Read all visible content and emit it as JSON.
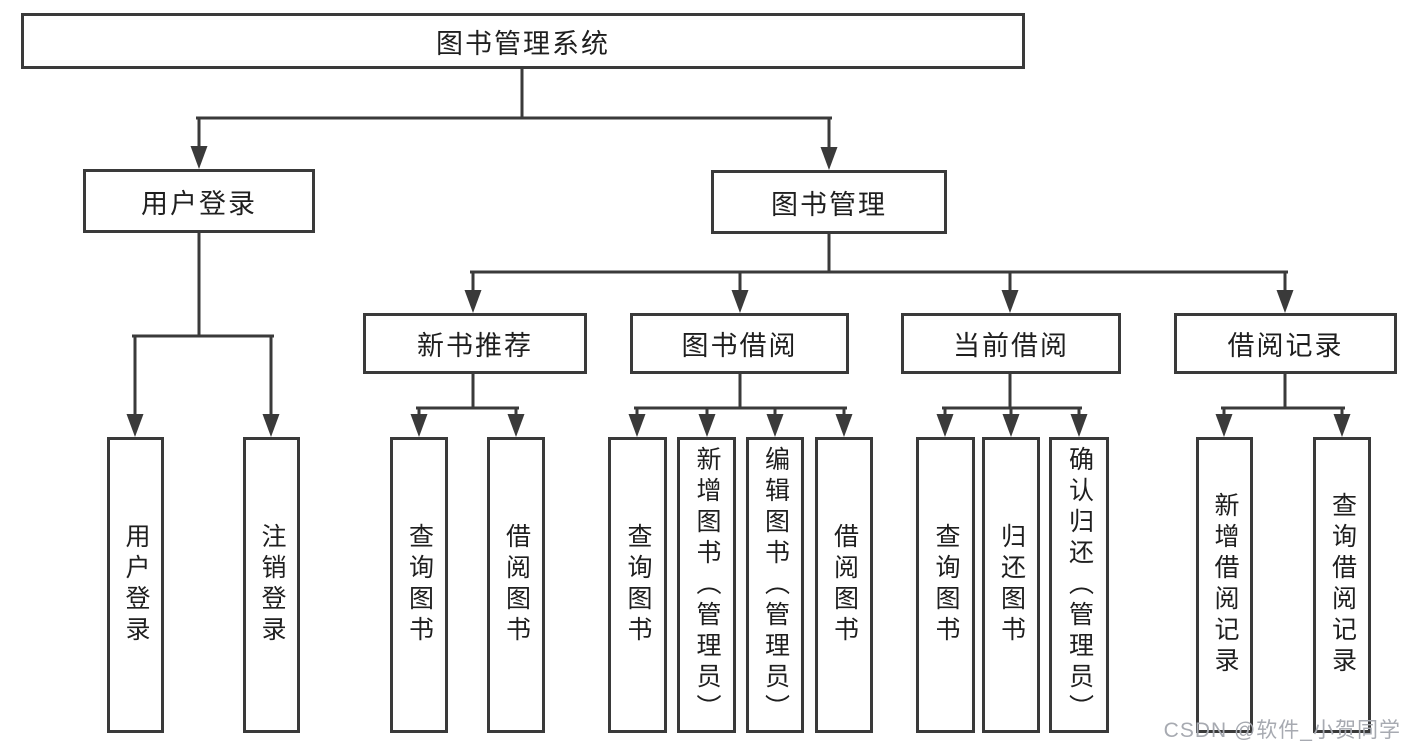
{
  "diagram": {
    "root": {
      "label": "图书管理系统"
    },
    "branches": [
      {
        "label": "用户登录",
        "children": [
          {
            "label": "用户登录"
          },
          {
            "label": "注销登录"
          }
        ]
      },
      {
        "label": "图书管理",
        "children": [
          {
            "label": "新书推荐",
            "children": [
              {
                "label": "查询图书"
              },
              {
                "label": "借阅图书"
              }
            ]
          },
          {
            "label": "图书借阅",
            "children": [
              {
                "label": "查询图书"
              },
              {
                "label": "新增图书（管理员）"
              },
              {
                "label": "编辑图书（管理员）"
              },
              {
                "label": "借阅图书"
              }
            ]
          },
          {
            "label": "当前借阅",
            "children": [
              {
                "label": "查询图书"
              },
              {
                "label": "归还图书"
              },
              {
                "label": "确认归还（管理员）"
              }
            ]
          },
          {
            "label": "借阅记录",
            "children": [
              {
                "label": "新增借阅记录"
              },
              {
                "label": "查询借阅记录"
              }
            ]
          }
        ]
      }
    ]
  },
  "watermark": {
    "text": "CSDN @软件_小贺同学"
  },
  "colors": {
    "line": "#3a3a3a",
    "text": "#1f1f1f",
    "watermark": "#a7aab1",
    "background": "#ffffff"
  }
}
